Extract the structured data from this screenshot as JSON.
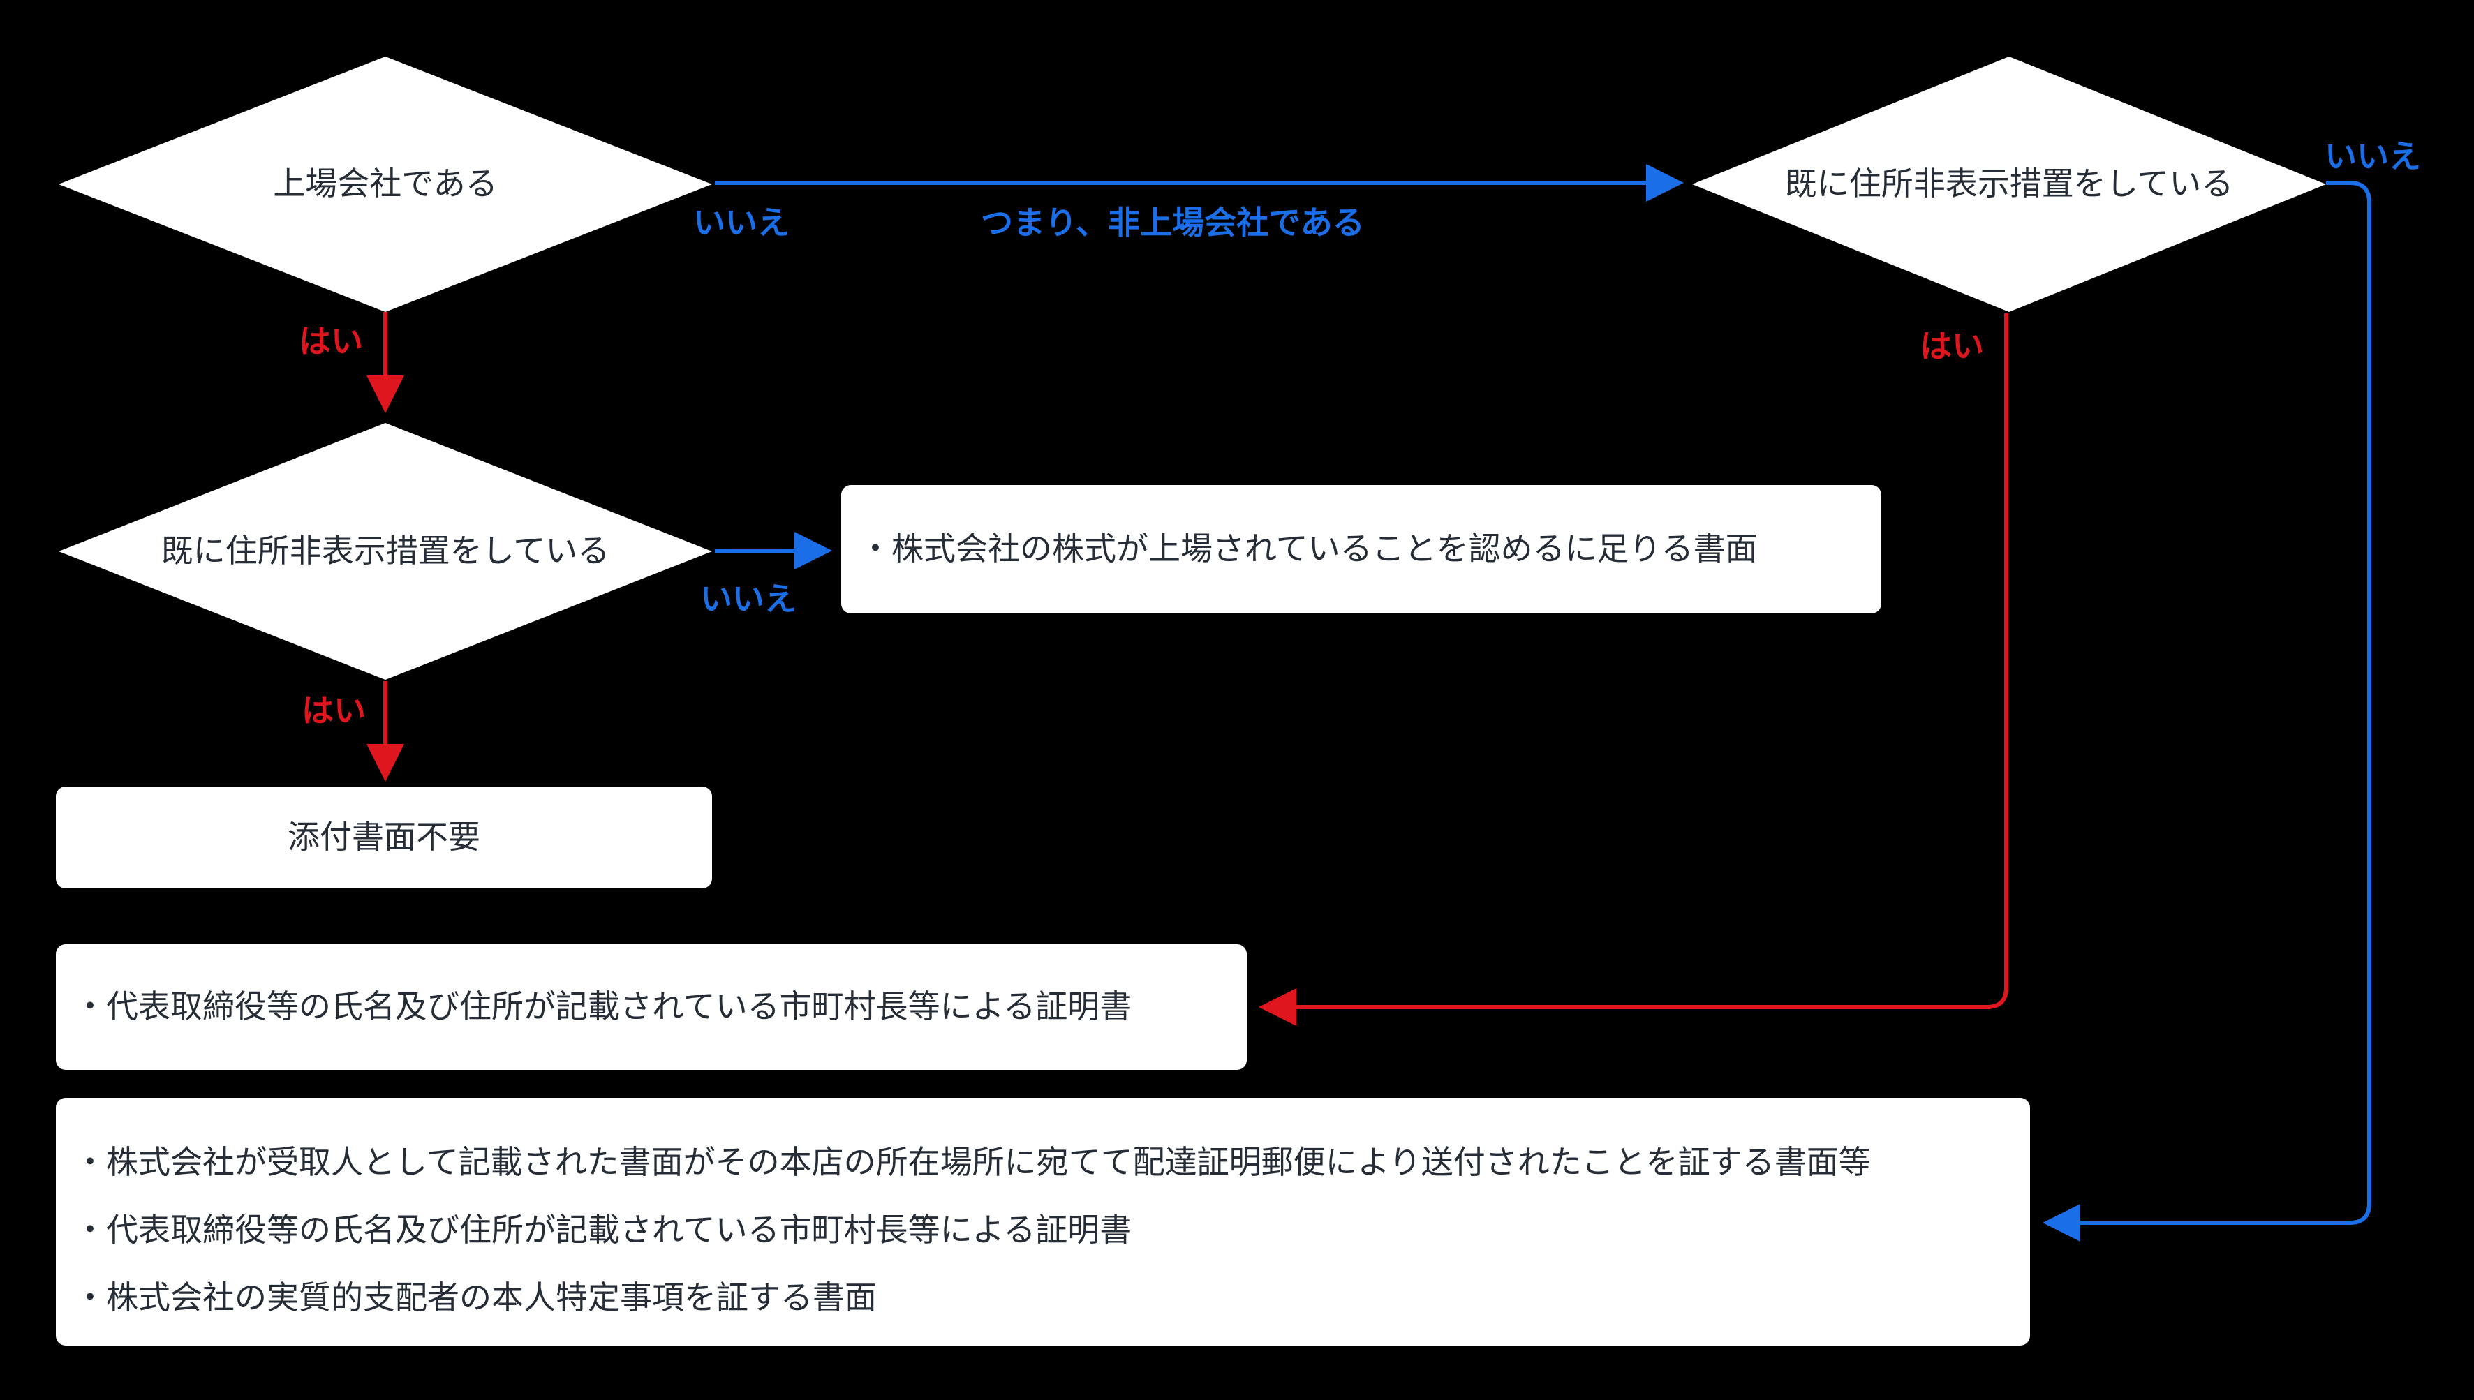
{
  "colors": {
    "bg": "#000000",
    "fill": "#ffffff",
    "text": "#262d36",
    "yes": "#e0161f",
    "no": "#1a6ee8"
  },
  "nodes": {
    "listed_company": {
      "label": "上場会社である"
    },
    "address_hidden_left": {
      "label": "既に住所非表示措置をしている"
    },
    "address_hidden_right": {
      "label": "既に住所非表示措置をしている"
    },
    "proof_of_listing": {
      "label": "・株式会社の株式が上場されていることを認めるに足りる書面"
    },
    "no_attachment": {
      "label": "添付書面不要"
    },
    "mayor_certificate": {
      "label": "・代表取締役等の氏名及び住所が記載されている市町村長等による証明書"
    },
    "unlisted_documents": {
      "lines": [
        "・株式会社が受取人として記載された書面がその本店の所在場所に宛てて配達証明郵便により送付されたことを証する書面等",
        "・代表取締役等の氏名及び住所が記載されている市町村長等による証明書",
        "・株式会社の実質的支配者の本人特定事項を証する書面"
      ]
    }
  },
  "edge_labels": {
    "no_from_listed": "いいえ",
    "unlisted_note": "つまり、非上場会社である",
    "yes_from_listed": "はい",
    "no_from_hidden_left": "いいえ",
    "yes_from_hidden_left": "はい",
    "yes_from_hidden_right": "はい",
    "no_from_hidden_right": "いいえ"
  }
}
